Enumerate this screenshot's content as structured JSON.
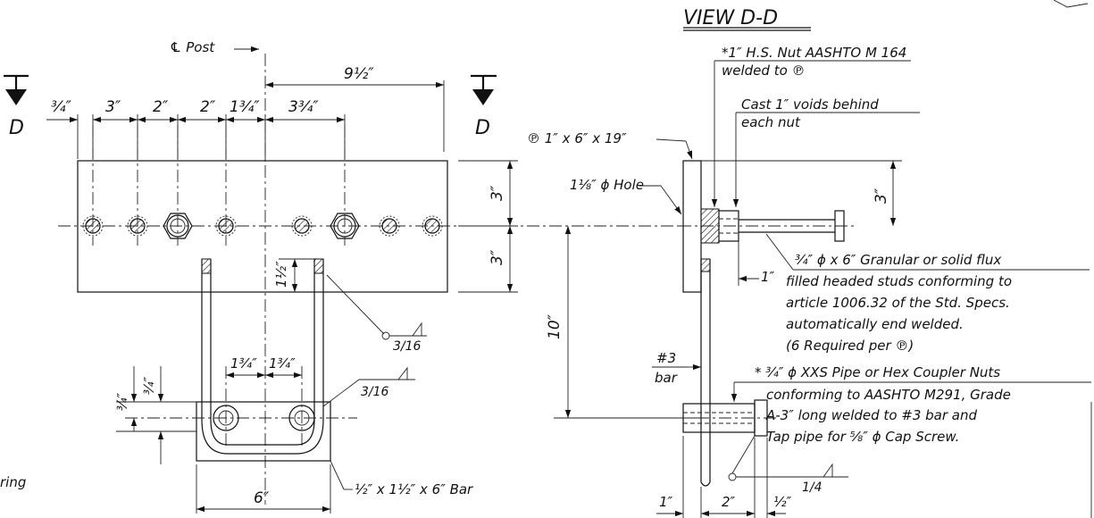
{
  "view_title": "VIEW D-D",
  "section_mark": "D",
  "labels": {
    "post_centerline": "℄ Post",
    "plate": "℗ 1″ x 6″ x 19″",
    "hole": "1⅛″ ϕ Hole",
    "nut_line1": "*1″ H.S. Nut AASHTO M 164",
    "nut_line2": "welded to ℗",
    "voids_line1": "Cast 1″ voids behind",
    "voids_line2": "each nut",
    "studs_line1": "¾″ ϕ x 6″ Granular or solid flux",
    "studs_line2": "filled headed studs conforming to",
    "studs_line3": "article 1006.32 of the Std. Specs.",
    "studs_line4": "automatically end welded.",
    "studs_line5": "(6 Required per ℗)",
    "bar3_line1": "#3",
    "bar3_line2": "bar",
    "coupler_line1": "* ¾″ ϕ XXS Pipe or Hex Coupler Nuts",
    "coupler_line2": "conforming to AASHTO M291, Grade",
    "coupler_line3": "A-3″ long welded to #3 bar and",
    "coupler_line4": "Tap pipe for ⅝″ ϕ Cap Screw.",
    "bar_small": "½″ x 1½″ x 6″ Bar",
    "weld_316_a": "3/16",
    "weld_316_b": "3/16",
    "weld_14": "1/4",
    "partial_left": "ring"
  },
  "dimensions": {
    "top_95": "9½″",
    "top_34": "¾″",
    "top_3": "3″",
    "top_2a": "2″",
    "top_2b": "2″",
    "top_134": "1¾″",
    "top_334": "3¾″",
    "right_3a": "3″",
    "right_3b": "3″",
    "view_3": "3″",
    "h_12": "1½″",
    "h_10": "10″",
    "bar_134a": "1¾″",
    "bar_134b": "1¾″",
    "left_34a": "¾″",
    "left_34b": "¾″",
    "bar_6": "6″",
    "view_1a": "1″",
    "view_1b": "1″",
    "view_2": "2″",
    "view_12": "½″"
  }
}
